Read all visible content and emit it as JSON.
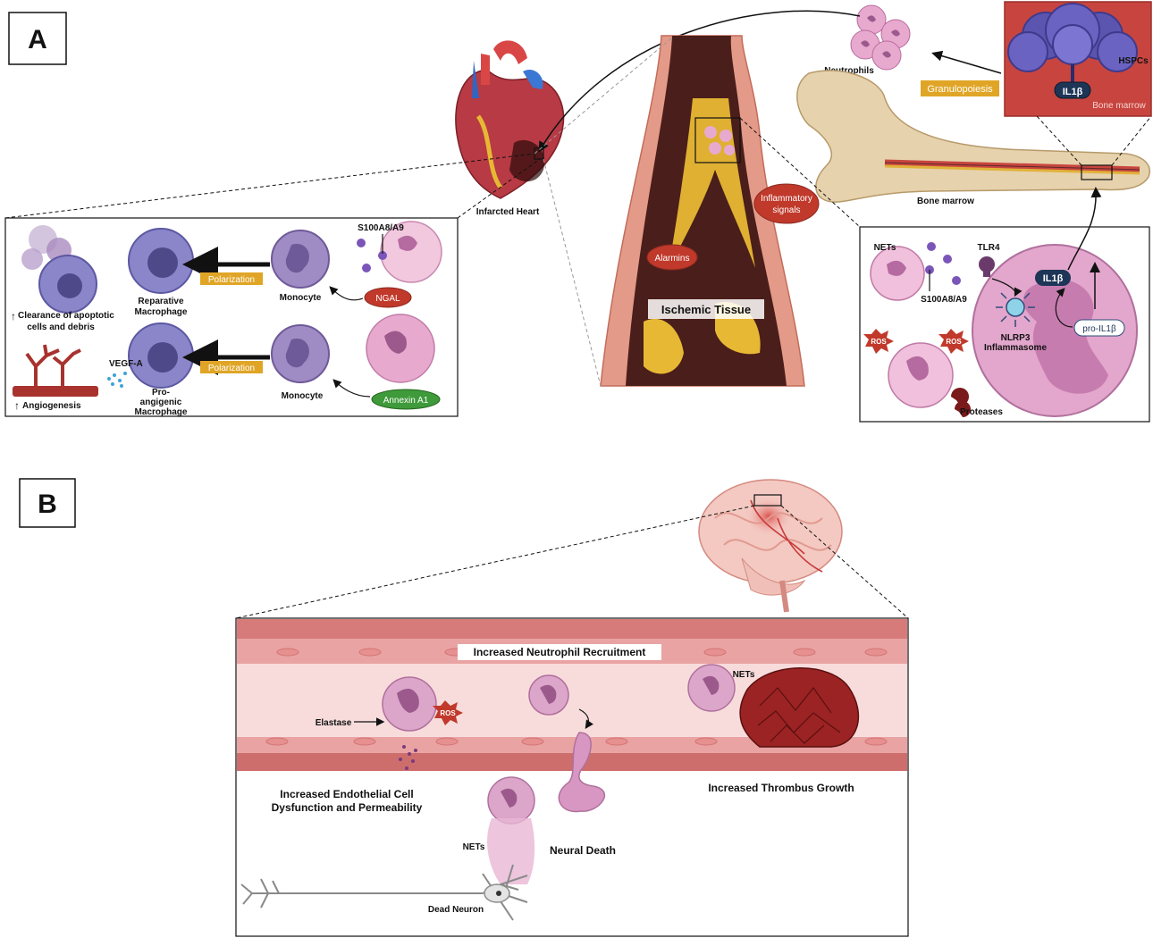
{
  "panel_a": {
    "letter": "A",
    "labels": {
      "neutrophils": "Neutrophils",
      "hspcs": "HSPCs",
      "il1b_marrow": "IL1β",
      "bone_marrow_inset": "Bone marrow",
      "granulopoiesis": "Granulopoiesis",
      "bone_marrow": "Bone marrow",
      "infarcted_heart": "Infarcted Heart",
      "inflammatory_signals_1": "Inflammatory",
      "inflammatory_signals_2": "signals",
      "alarmins": "Alarmins",
      "ischemic_tissue": "Ischemic Tissue",
      "s100a8a9_left": "S100A8/A9",
      "reparative_1": "Reparative",
      "reparative_2": "Macrophage",
      "polarization_1": "Polarization",
      "monocyte_1": "Monocyte",
      "ngal": "NGAL",
      "clearance_1": "Clearance of apoptotic",
      "clearance_2": "cells and debris",
      "up_arrow_1": "↑",
      "vegfa": "VEGF-A",
      "proangio_1": "Pro-",
      "proangio_2": "angigenic",
      "proangio_3": "Macrophage",
      "polarization_2": "Polarization",
      "monocyte_2": "Monocyte",
      "annexin": "Annexin A1",
      "up_arrow_2": "↑",
      "angiogenesis": "Angiogenesis",
      "nets_right": "NETs",
      "tlr4": "TLR4",
      "il1b_right": "IL1β",
      "s100a8a9_right": "S100A8/A9",
      "nlrp3": "NLRP3",
      "inflammasome": "Inflammasome",
      "pro_il1b": "pro-IL1β",
      "ros_1": "ROS",
      "ros_2": "ROS",
      "proteases": "Proteases"
    }
  },
  "panel_b": {
    "letter": "B",
    "labels": {
      "recruitment": "Increased Neutrophil Recruitment",
      "nets_top": "NETs",
      "elastase": "Elastase",
      "ros": "ROS",
      "endothelial_1": "Increased Endothelial Cell",
      "endothelial_2": "Dysfunction and Permeability",
      "thrombus": "Increased Thrombus Growth",
      "nets_bottom": "NETs",
      "neural_death": "Neural Death",
      "dead_neuron": "Dead Neuron"
    }
  },
  "colors": {
    "red_badge": "#c0392b",
    "green_badge": "#3e9a3a",
    "polarization_badge": "#e0a526",
    "neutrophil_pink": "#e8a9cf",
    "macrophage_purple": "#8a86c9",
    "monocyte_purple": "#a08cc4",
    "marrow_red": "#c8453f",
    "vessel_red": "#c14c4a"
  }
}
